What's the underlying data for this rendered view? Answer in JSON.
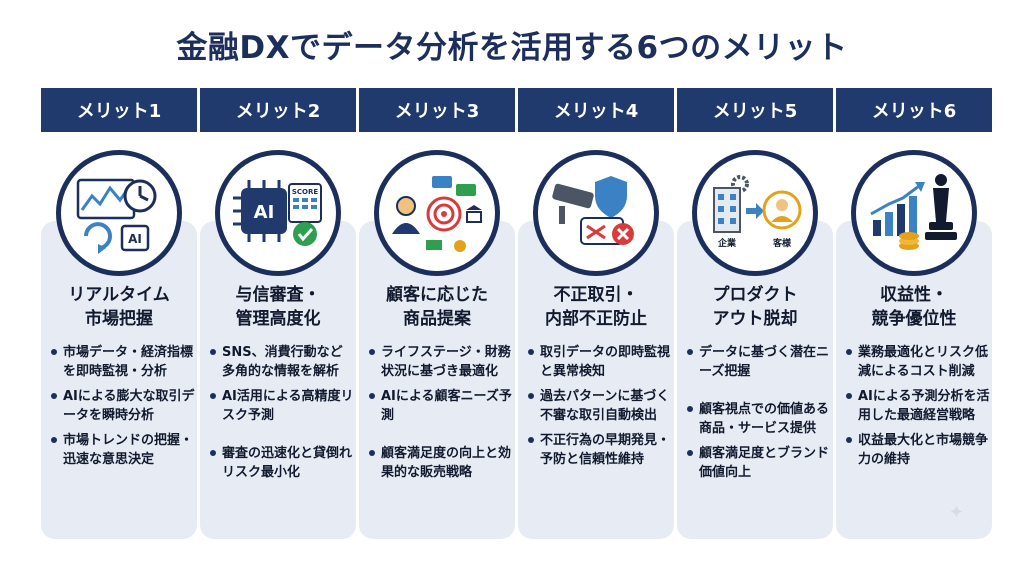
{
  "title": "金融DXでデータ分析を活用する6つのメリット",
  "merits": [
    {
      "header": "メリット1",
      "subtitle": [
        "リアルタイム",
        "市場把握"
      ],
      "icon_labels": [],
      "bullets": [
        "市場データ・経済指標を即時監視・分析",
        "AIによる膨大な取引データを瞬時分析",
        "市場トレンドの把握・迅速な意思決定"
      ]
    },
    {
      "header": "メリット2",
      "subtitle": [
        "与信審査・",
        "管理高度化"
      ],
      "icon_labels": [
        "AI",
        "SCORE"
      ],
      "bullets": [
        "SNS、消費行動など多角的な情報を解析",
        "AI活用による高精度リスク予測",
        "審査の迅速化と貸倒れリスク最小化"
      ]
    },
    {
      "header": "メリット3",
      "subtitle": [
        "顧客に応じた",
        "商品提案"
      ],
      "icon_labels": [],
      "bullets": [
        "ライフステージ・財務状況に基づき最適化",
        "AIによる顧客ニーズ予測",
        "顧客満足度の向上と効果的な販売戦略"
      ]
    },
    {
      "header": "メリット4",
      "subtitle": [
        "不正取引・",
        "内部不正防止"
      ],
      "icon_labels": [],
      "bullets": [
        "取引データの即時監視と異常検知",
        "過去パターンに基づく不審な取引自動検出",
        "不正行為の早期発見・予防と信頼性維持"
      ]
    },
    {
      "header": "メリット5",
      "subtitle": [
        "プロダクト",
        "アウト脱却"
      ],
      "icon_labels": [
        "企業",
        "客様"
      ],
      "bullets": [
        "データに基づく潜在ニーズ把握",
        "顧客視点での価値ある商品・サービス提供",
        "顧客満足度とブランド価値向上"
      ]
    },
    {
      "header": "メリット6",
      "subtitle": [
        "収益性・",
        "競争優位性"
      ],
      "icon_labels": [],
      "bullets": [
        "業務最適化とリスク低減によるコスト削減",
        "AIによる予測分析を活用した最適経営戦略",
        "収益最大化と市場競争力の維持"
      ]
    }
  ],
  "colors": {
    "navy": "#203a6e",
    "card": "#e7ecf4",
    "blue": "#3b82c4",
    "green": "#2e9e4f",
    "red": "#d93b3b",
    "gold": "#e3a21a"
  }
}
